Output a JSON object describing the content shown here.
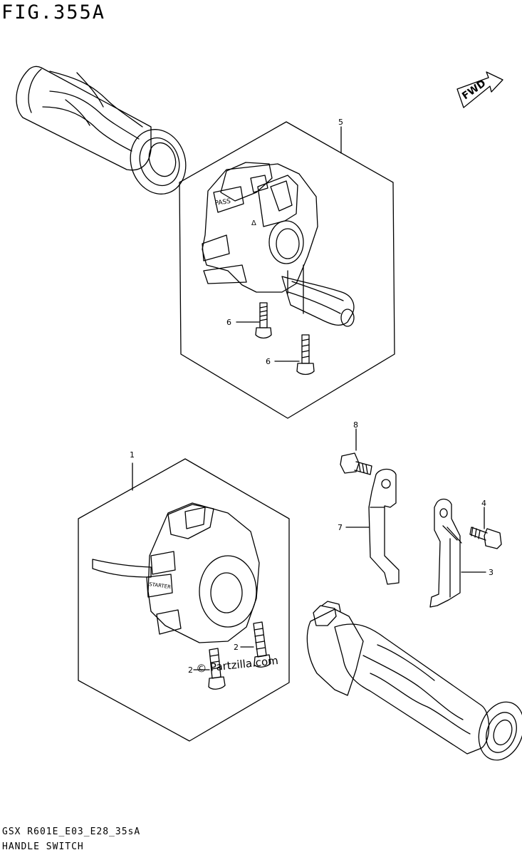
{
  "figure": {
    "title": "FIG.355A",
    "footer_code": "GSX R601E_E03_E28_35sA",
    "footer_name": "HANDLE SWITCH",
    "watermark": "© Partzilla.com",
    "fwd_label": "FWD"
  },
  "callouts": [
    {
      "id": "c5",
      "label": "5"
    },
    {
      "id": "c6a",
      "label": "6"
    },
    {
      "id": "c6b",
      "label": "6"
    },
    {
      "id": "c8",
      "label": "8"
    },
    {
      "id": "c1",
      "label": "1"
    },
    {
      "id": "c7",
      "label": "7"
    },
    {
      "id": "c4",
      "label": "4"
    },
    {
      "id": "c3",
      "label": "3"
    },
    {
      "id": "c2a",
      "label": "2"
    },
    {
      "id": "c2b",
      "label": "2"
    }
  ],
  "switch_labels": {
    "pass": "PASS",
    "hazard": "Δ",
    "starter": "STARTER"
  }
}
